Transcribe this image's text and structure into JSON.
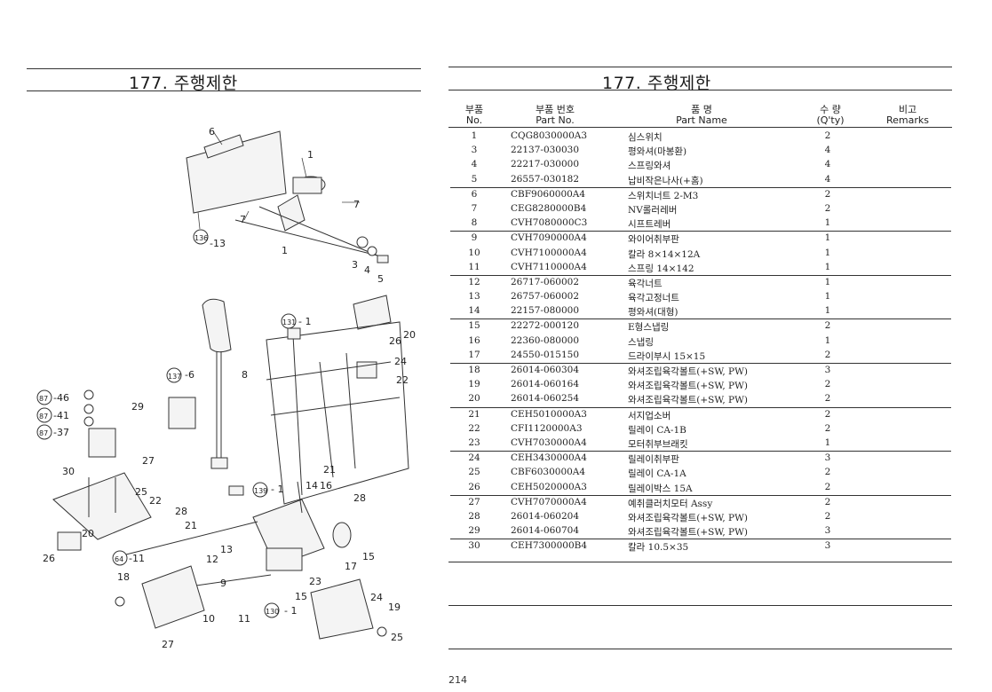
{
  "header": {
    "left_title": "177. 주행제한",
    "right_title": "177. 주행제한"
  },
  "table": {
    "headers": {
      "no_ko": "부품",
      "no_en": "No.",
      "pn_ko": "부품  번호",
      "pn_en": "Part  No.",
      "name_ko": "품      명",
      "name_en": "Part      Name",
      "qty_ko": "수  량",
      "qty_en": "(Q'ty)",
      "rem_ko": "비고",
      "rem_en": "Remarks"
    },
    "rows": [
      {
        "no": "1",
        "part_no": "CQG8030000A3",
        "name": "심스위치",
        "qty": "2"
      },
      {
        "no": "3",
        "part_no": "22137-030030",
        "name": "평와셔(마봉환)",
        "qty": "4"
      },
      {
        "no": "4",
        "part_no": "22217-030000",
        "name": "스프링와셔",
        "qty": "4"
      },
      {
        "no": "5",
        "part_no": "26557-030182",
        "name": "납비작은나사(+홈)",
        "qty": "4"
      },
      {
        "no": "6",
        "part_no": "CBF9060000A4",
        "name": "스위치너트 2-M3",
        "qty": "2"
      },
      {
        "no": "7",
        "part_no": "CEG8280000B4",
        "name": "NV롤러레버",
        "qty": "2"
      },
      {
        "no": "8",
        "part_no": "CVH7080000C3",
        "name": "시프트레버",
        "qty": "1"
      },
      {
        "no": "9",
        "part_no": "CVH7090000A4",
        "name": "와이어취부판",
        "qty": "1"
      },
      {
        "no": "10",
        "part_no": "CVH7100000A4",
        "name": "칼라 8×14×12A",
        "qty": "1"
      },
      {
        "no": "11",
        "part_no": "CVH7110000A4",
        "name": "스프링 14×142",
        "qty": "1"
      },
      {
        "no": "12",
        "part_no": "26717-060002",
        "name": "육각너트",
        "qty": "1"
      },
      {
        "no": "13",
        "part_no": "26757-060002",
        "name": "육각고정너트",
        "qty": "1"
      },
      {
        "no": "14",
        "part_no": "22157-080000",
        "name": "평와셔(대형)",
        "qty": "1"
      },
      {
        "no": "15",
        "part_no": "22272-000120",
        "name": "E형스냅링",
        "qty": "2"
      },
      {
        "no": "16",
        "part_no": "22360-080000",
        "name": "스냅링",
        "qty": "1"
      },
      {
        "no": "17",
        "part_no": "24550-015150",
        "name": "드라이부시 15×15",
        "qty": "2"
      },
      {
        "no": "18",
        "part_no": "26014-060304",
        "name": "와셔조립육각볼트(+SW, PW)",
        "qty": "3"
      },
      {
        "no": "19",
        "part_no": "26014-060164",
        "name": "와셔조립육각볼트(+SW, PW)",
        "qty": "2"
      },
      {
        "no": "20",
        "part_no": "26014-060254",
        "name": "와셔조립육각볼트(+SW, PW)",
        "qty": "2"
      },
      {
        "no": "21",
        "part_no": "CEH5010000A3",
        "name": "서지업소버",
        "qty": "2"
      },
      {
        "no": "22",
        "part_no": "CFI1120000A3",
        "name": "릴레이 CA-1B",
        "qty": "2"
      },
      {
        "no": "23",
        "part_no": "CVH7030000A4",
        "name": "모터취부브래킷",
        "qty": "1"
      },
      {
        "no": "24",
        "part_no": "CEH3430000A4",
        "name": "릴레이취부판",
        "qty": "3"
      },
      {
        "no": "25",
        "part_no": "CBF6030000A4",
        "name": "릴레이 CA-1A",
        "qty": "2"
      },
      {
        "no": "26",
        "part_no": "CEH5020000A3",
        "name": "릴레이박스 15A",
        "qty": "2"
      },
      {
        "no": "27",
        "part_no": "CVH7070000A4",
        "name": "예취클러치모터 Assy",
        "qty": "2"
      },
      {
        "no": "28",
        "part_no": "26014-060204",
        "name": "와셔조립육각볼트(+SW, PW)",
        "qty": "2"
      },
      {
        "no": "29",
        "part_no": "26014-060704",
        "name": "와셔조립육각볼트(+SW, PW)",
        "qty": "3"
      },
      {
        "no": "30",
        "part_no": "CEH7300000B4",
        "name": "칼라 10.5×35",
        "qty": "3"
      }
    ]
  },
  "diagram_labels": {
    "l6": "6",
    "l1a": "1",
    "l7a": "7",
    "l7b": "7",
    "l136": "136",
    "l13": "-13",
    "l1b": "1",
    "l3": "3",
    "l4": "4",
    "l5": "5",
    "l131": "131",
    "l1c": "- 1",
    "l26a": "26",
    "l20a": "20",
    "l24a": "24",
    "l22a": "22",
    "l137": "137",
    "l6b": "-6",
    "l8": "8",
    "l87a": "87",
    "l46": "-46",
    "l87b": "87",
    "l41": "-41",
    "l87c": "87",
    "l37": "-37",
    "l29": "29",
    "l27a": "27",
    "l30": "30",
    "l25a": "25",
    "l22b": "22",
    "l21a": "21",
    "l139": "139",
    "l1d": "- 1",
    "l14": "14",
    "l16": "16",
    "l28a": "28",
    "l28b": "28",
    "l21b": "21",
    "l20b": "20",
    "l26b": "26",
    "l64": "64",
    "l11": "-11",
    "l13b": "13",
    "l12": "12",
    "l9": "9",
    "l18": "18",
    "l23": "23",
    "l17": "17",
    "l15a": "15",
    "l15b": "15",
    "l130": "130",
    "l1e": "- 1",
    "l10": "10",
    "l11b": "11",
    "l27b": "27",
    "l24b": "24",
    "l19": "19",
    "l25b": "25"
  },
  "footer": {
    "page_number": "214"
  }
}
